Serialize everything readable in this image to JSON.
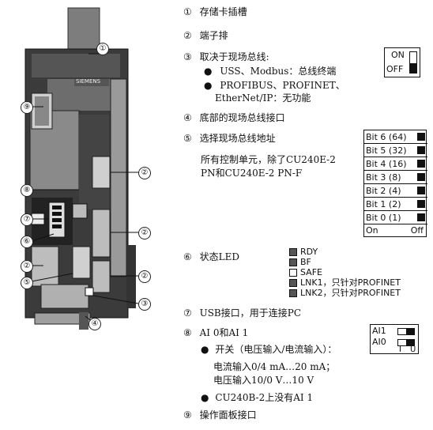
{
  "device": {
    "brand": "SIEMENS",
    "callouts": [
      "①",
      "⑨",
      "⑧",
      "⑦",
      "⑥",
      "②",
      "⑤",
      "②",
      "②",
      "②",
      "③",
      "④"
    ]
  },
  "items": [
    {
      "num": "①",
      "text": "存储卡插槽"
    },
    {
      "num": "②",
      "text": "端子排"
    },
    {
      "num": "③",
      "text": "取决于现场总线:"
    },
    {
      "num": "④",
      "text": "底部的现场总线接口"
    },
    {
      "num": "⑤",
      "text": "选择现场总线地址"
    },
    {
      "num": "⑥",
      "text": "状态LED"
    },
    {
      "num": "⑦",
      "text": "USB接口，用于连接PC"
    },
    {
      "num": "⑧",
      "text": "AI 0和AI 1"
    },
    {
      "num": "⑨",
      "text": "操作面板接口"
    }
  ],
  "item3": {
    "bullet1": "USS、Modbus：总线终端",
    "bullet2a": "PROFIBUS、PROFINET、",
    "bullet2b": "EtherNet/IP：无功能"
  },
  "item5": {
    "line1": "所有控制单元，除了CU240E-2",
    "line2": "PN和CU240E-2 PN-F"
  },
  "item8": {
    "bullet1": "开关（电压输入/电流输入）：",
    "line2": "电流输入0/4 mA…20 mA；",
    "line3": "电压输入10/0 V…10 V",
    "bullet2": "CU240B-2上没有AI 1"
  },
  "onoff_switch": {
    "on": "ON",
    "off": "OFF"
  },
  "bit_switch": {
    "bits": [
      "Bit 6 (64)",
      "Bit 5 (32)",
      "Bit 4 (16)",
      "Bit 3 (8)",
      "Bit 2 (4)",
      "Bit 1 (2)",
      "Bit 0 (1)"
    ],
    "on": "On",
    "off": "Off"
  },
  "leds": [
    "RDY",
    "BF",
    "SAFE",
    "LNK1，只针对PROFINET",
    "LNK2，只针对PROFINET"
  ],
  "ai_switch": {
    "ai1": "AI1",
    "ai0": "AI0",
    "i": "I",
    "u": "U"
  }
}
